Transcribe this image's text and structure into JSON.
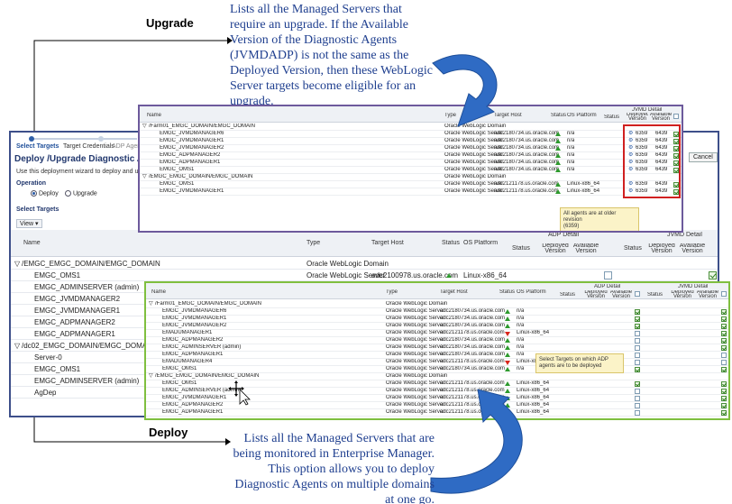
{
  "labels": {
    "upgrade": "Upgrade",
    "deploy": "Deploy"
  },
  "callouts": {
    "top_lines": [
      "Lists all the Managed Servers that",
      "require an upgrade. If the Available",
      "Version of the Diagnostic Agents",
      "(JVMDADP) is not the same as  the",
      "Deployed Version, then these WebLogic",
      "Server targets  become eligible for an",
      "upgrade."
    ],
    "bottom_lines": [
      "Lists all the Managed Servers that  are",
      "being monitored in Enterprise Manager.",
      "This option allows you to deploy",
      "Diagnostic Agents on multiple domains",
      "at one go."
    ]
  },
  "wizard": {
    "steps": [
      "Select Targets",
      "Target Credentials",
      "ADP Agents"
    ],
    "title": "Deploy /Upgrade Diagnostic Agents :",
    "desc": "Use this deployment wizard to deploy and upgrade",
    "operation_label": "Operation",
    "op_deploy": "Deploy",
    "op_upgrade": "Upgrade",
    "select_targets": "Select Targets",
    "view_label": "View",
    "cancel": "Cancel",
    "columns": {
      "name": "Name",
      "type": "Type",
      "target_host": "Target Host",
      "status": "Status",
      "os": "OS Platform",
      "adp": "ADP Detail",
      "jvmd": "JVMD Detail",
      "cstatus": "Status",
      "deployed": "Deployed Version",
      "available": "Available Version"
    },
    "rows": [
      {
        "name": "/EMGC_EMGC_DOMAIN/EMGC_DOMAIN",
        "type": "Oracle WebLogic Domain",
        "host": "",
        "os": "",
        "up": false,
        "c1": false,
        "c2": false,
        "level": 0
      },
      {
        "name": "EMGC_OMS1",
        "type": "Oracle WebLogic Server",
        "host": "adc2100978.us.oracle.com",
        "os": "Linux-x86_64",
        "up": true,
        "c1": false,
        "c2": true,
        "level": 1
      },
      {
        "name": "EMGC_ADMINSERVER (admin)",
        "type": "",
        "host": "",
        "os": "",
        "up": false,
        "c1": false,
        "c2": false,
        "level": 1
      },
      {
        "name": "EMGC_JVMDMANAGER2",
        "type": "",
        "host": "",
        "os": "",
        "up": false,
        "c1": false,
        "c2": false,
        "level": 1
      },
      {
        "name": "EMGC_JVMDMANAGER1",
        "type": "",
        "host": "",
        "os": "",
        "up": false,
        "c1": false,
        "c2": false,
        "level": 1
      },
      {
        "name": "EMGC_ADPMANAGER2",
        "type": "",
        "host": "",
        "os": "",
        "up": false,
        "c1": false,
        "c2": false,
        "level": 1
      },
      {
        "name": "EMGC_ADPMANAGER1",
        "type": "",
        "host": "",
        "os": "",
        "up": false,
        "c1": false,
        "c2": false,
        "level": 1
      },
      {
        "name": "/dc02_EMGC_DOMAIN/EMGC_DOMAIN",
        "type": "",
        "host": "",
        "os": "",
        "up": false,
        "c1": false,
        "c2": false,
        "level": 0
      },
      {
        "name": "Server-0",
        "type": "",
        "host": "",
        "os": "",
        "up": false,
        "c1": false,
        "c2": false,
        "level": 1
      },
      {
        "name": "EMGC_OMS1",
        "type": "",
        "host": "",
        "os": "",
        "up": false,
        "c1": false,
        "c2": false,
        "level": 1
      },
      {
        "name": "EMGC_ADMINSERVER (admin)",
        "type": "",
        "host": "",
        "os": "",
        "up": false,
        "c1": false,
        "c2": false,
        "level": 1
      },
      {
        "name": "AgDep",
        "type": "",
        "host": "",
        "os": "",
        "up": false,
        "c1": false,
        "c2": false,
        "level": 1
      }
    ]
  },
  "upgrade_panel": {
    "columns": {
      "name": "Name",
      "type": "Type",
      "host": "Target Host",
      "status": "Status",
      "os": "OS Platform",
      "cstatus": "Status",
      "jvmd": "JVMD Detail",
      "deployed": "Deployed Version",
      "available": "Available Version"
    },
    "rows": [
      {
        "name": "/Farm01_EMGC_DOMAIN/EMGC_DOMAIN",
        "type": "Oracle WebLogic Domain",
        "host": "",
        "os": "",
        "up": false,
        "dep": "",
        "avail": "",
        "cb": false,
        "level": 0
      },
      {
        "name": "EMGC_JVMDMANAGER6",
        "type": "Oracle WebLogic Server",
        "host": "adc2180734.us.oracle.com",
        "os": "n/a",
        "up": true,
        "dep": "6359",
        "avail": "6439",
        "cb": true,
        "level": 1
      },
      {
        "name": "EMGC_JVMDMANAGER1",
        "type": "Oracle WebLogic Server",
        "host": "adc2180734.us.oracle.com",
        "os": "n/a",
        "up": true,
        "dep": "6359",
        "avail": "6439",
        "cb": true,
        "level": 1
      },
      {
        "name": "EMGC_JVMDMANAGER2",
        "type": "Oracle WebLogic Server",
        "host": "adc2180734.us.oracle.com",
        "os": "n/a",
        "up": true,
        "dep": "6359",
        "avail": "6439",
        "cb": true,
        "level": 1
      },
      {
        "name": "EMGC_ADPMANAGER2",
        "type": "Oracle WebLogic Server",
        "host": "adc2180734.us.oracle.com",
        "os": "n/a",
        "up": true,
        "dep": "6359",
        "avail": "6439",
        "cb": true,
        "level": 1
      },
      {
        "name": "EMGC_ADPMANAGER1",
        "type": "Oracle WebLogic Server",
        "host": "adc2180734.us.oracle.com",
        "os": "n/a",
        "up": true,
        "dep": "6359",
        "avail": "6439",
        "cb": true,
        "level": 1
      },
      {
        "name": "EMGC_OMS1",
        "type": "Oracle WebLogic Server",
        "host": "adc2180734.us.oracle.com",
        "os": "n/a",
        "up": true,
        "dep": "6359",
        "avail": "6439",
        "cb": true,
        "level": 1
      },
      {
        "name": "/EMGC_EMGC_DOMAIN/EMGC_DOMAIN",
        "type": "Oracle WebLogic Domain",
        "host": "",
        "os": "",
        "up": false,
        "dep": "",
        "avail": "",
        "cb": false,
        "level": 0
      },
      {
        "name": "EMGC_OMS1",
        "type": "Oracle WebLogic Server",
        "host": "adc2121178.us.oracle.com",
        "os": "Linux-x86_64",
        "up": true,
        "dep": "6359",
        "avail": "6439",
        "cb": true,
        "level": 1
      },
      {
        "name": "EMGC_JVMDMANAGER1",
        "type": "Oracle WebLogic Server",
        "host": "adc2121178.us.oracle.com",
        "os": "Linux-x86_64",
        "up": true,
        "dep": "6359",
        "avail": "6439",
        "cb": true,
        "level": 1
      }
    ],
    "tooltip": [
      "All agents are at older revision",
      "(6359)"
    ]
  },
  "deploy_panel": {
    "columns": {
      "name": "Name",
      "type": "Type",
      "host": "Target Host",
      "status": "Status",
      "os": "OS Platform",
      "adp": "ADP Detail",
      "jvmd": "JVMD Detail",
      "cstatus": "Status",
      "deployed": "Deployed Version",
      "available": "Available Version"
    },
    "rows": [
      {
        "name": "/Farm01_EMGC_DOMAIN/EMGC_DOMAIN",
        "type": "Oracle WebLogic Domain",
        "host": "",
        "os": "",
        "st": "",
        "c1": false,
        "c2": false,
        "level": 0
      },
      {
        "name": "EMGC_JVMDMANAGER6",
        "type": "Oracle WebLogic Server",
        "host": "adc2180734.us.oracle.com",
        "os": "n/a",
        "st": "up",
        "c1": true,
        "c2": true,
        "level": 1
      },
      {
        "name": "EMGC_JVMDMANAGER1",
        "type": "Oracle WebLogic Server",
        "host": "adc2180734.us.oracle.com",
        "os": "n/a",
        "st": "up",
        "c1": true,
        "c2": true,
        "level": 1
      },
      {
        "name": "EMGC_JVMDMANAGER2",
        "type": "Oracle WebLogic Server",
        "host": "adc2180734.us.oracle.com",
        "os": "n/a",
        "st": "up",
        "c1": true,
        "c2": true,
        "level": 1
      },
      {
        "name": "EMADUMANAGER1",
        "type": "Oracle WebLogic Server",
        "host": "adc2121178.us.oracle.com",
        "os": "Linux-x86_64",
        "st": "down",
        "c1": false,
        "c2": true,
        "level": 1
      },
      {
        "name": "EMGC_ADPMANAGER2",
        "type": "Oracle WebLogic Server",
        "host": "adc2180734.us.oracle.com",
        "os": "n/a",
        "st": "up",
        "c1": false,
        "c2": true,
        "level": 1
      },
      {
        "name": "EMGC_ADMINSERVER (admin)",
        "type": "Oracle WebLogic Server",
        "host": "adc2180734.us.oracle.com",
        "os": "n/a",
        "st": "up",
        "c1": false,
        "c2": true,
        "level": 1
      },
      {
        "name": "EMGC_ADPMANAGER1",
        "type": "Oracle WebLogic Server",
        "host": "adc2180734.us.oracle.com",
        "os": "n/a",
        "st": "up",
        "c1": false,
        "c2": false,
        "level": 1
      },
      {
        "name": "EMADUMANAGER4",
        "type": "Oracle WebLogic Server",
        "host": "adc2121178.us.oracle.com",
        "os": "Linux-x86_64",
        "st": "down",
        "c1": false,
        "c2": false,
        "level": 1
      },
      {
        "name": "EMGC_OMS1",
        "type": "Oracle WebLogic Server",
        "host": "adc2180734.us.oracle.com",
        "os": "n/a",
        "st": "up",
        "c1": true,
        "c2": true,
        "level": 1
      },
      {
        "name": "/EMGC_EMGC_DOMAIN/EMGC_DOMAIN",
        "type": "Oracle WebLogic Domain",
        "host": "",
        "os": "",
        "st": "",
        "c1": false,
        "c2": false,
        "level": 0
      },
      {
        "name": "EMGC_OMS1",
        "type": "Oracle WebLogic Server",
        "host": "adc2121178.us.oracle.com",
        "os": "Linux-x86_64",
        "st": "up",
        "c1": true,
        "c2": true,
        "level": 1
      },
      {
        "name": "EMGC_ADMINSERVER (admin)",
        "type": "Oracle WebLogic Server",
        "host": "adc2121178.us.oracle.com",
        "os": "Linux-x86_64",
        "st": "up",
        "c1": false,
        "c2": true,
        "level": 1
      },
      {
        "name": "EMGC_JVMDMANAGER1",
        "type": "Oracle WebLogic Server",
        "host": "adc2121178.us.oracle.com",
        "os": "Linux-x86_64",
        "st": "up",
        "c1": false,
        "c2": true,
        "level": 1
      },
      {
        "name": "EMGC_ADPMANAGER2",
        "type": "Oracle WebLogic Server",
        "host": "adc2121178.us.oracle.com",
        "os": "Linux-x86_64",
        "st": "up",
        "c1": false,
        "c2": true,
        "level": 1
      },
      {
        "name": "EMGC_ADPMANAGER1",
        "type": "Oracle WebLogic Server",
        "host": "adc2121178.us.oracle.com",
        "os": "Linux-x86_64",
        "st": "up",
        "c1": false,
        "c2": true,
        "level": 1
      }
    ],
    "tooltip": [
      "Select Targets on which ADP",
      "agents are to be deployed"
    ]
  },
  "colors": {
    "upgrade_border": "#6d5a9c",
    "deploy_border": "#7fbf3f",
    "wizard_border": "#3d4f8a",
    "callout_text": "#1f3f8f",
    "arrow_blue": "#2f6bc4",
    "highlight_red": "#d02020"
  }
}
